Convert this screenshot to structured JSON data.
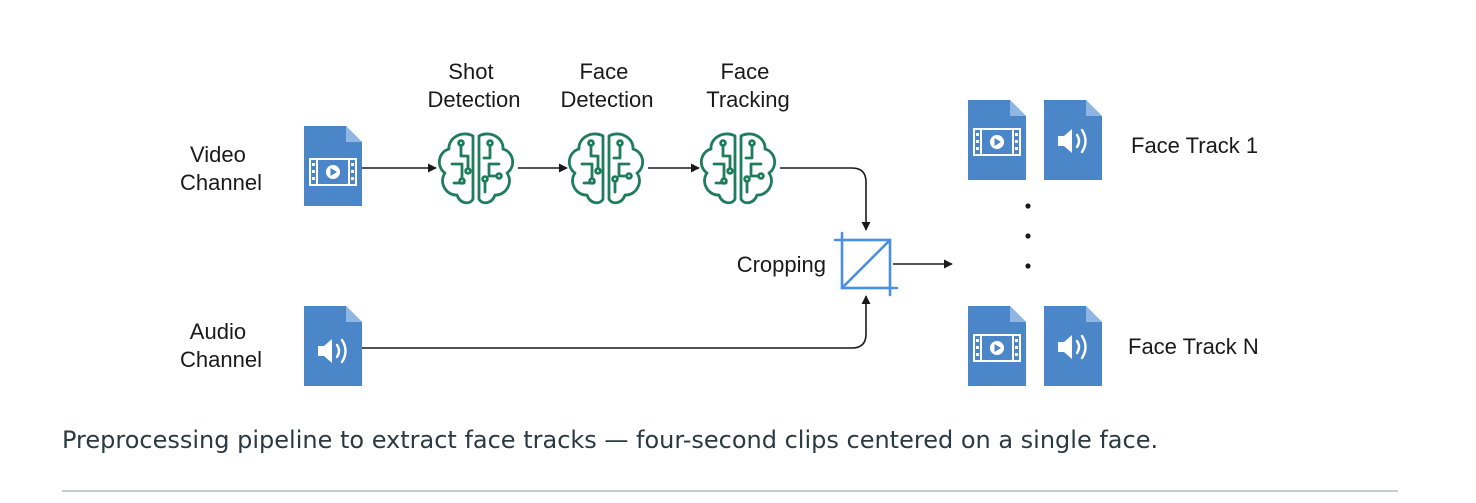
{
  "inputs": {
    "video": {
      "line1": "Video",
      "line2": "Channel"
    },
    "audio": {
      "line1": "Audio",
      "line2": "Channel"
    }
  },
  "stages": [
    {
      "line1": "Shot",
      "line2": "Detection"
    },
    {
      "line1": "Face",
      "line2": "Detection"
    },
    {
      "line1": "Face",
      "line2": "Tracking"
    }
  ],
  "cropping_label": "Cropping",
  "outputs": {
    "first": "Face Track 1",
    "last": "Face Track N"
  },
  "caption": "Preprocessing pipeline to extract face tracks — four-second clips centered on a single face.",
  "colors": {
    "file_icon": "#4a86c8",
    "brain_icon": "#1f7d5c",
    "crop_icon": "#4a90e2",
    "connector": "#1a1a1a"
  },
  "icons": {
    "video_file": "video-file-icon",
    "audio_file": "audio-file-icon",
    "stage": "brain-circuit-icon",
    "cropping": "crop-icon"
  }
}
